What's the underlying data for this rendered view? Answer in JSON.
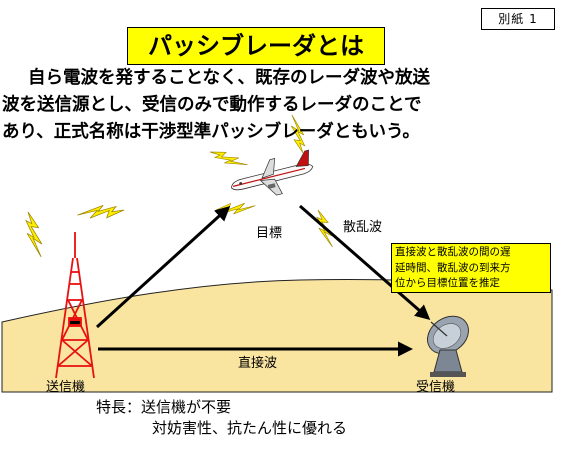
{
  "doc_tag": "別紙 1",
  "title": "パッシブレーダとは",
  "description": {
    "line1": "自ら電波を発することなく、既存のレーダ波や放送",
    "line2": "波を送信源とし、受信のみで動作するレーダのことで",
    "line3": "あり、正式名称は干渉型準パッシブレーダともいう。"
  },
  "labels": {
    "target": "目標",
    "scattered_wave": "散乱波",
    "direct_wave": "直接波",
    "transmitter": "送信機",
    "receiver": "受信機"
  },
  "note": {
    "line1": "直接波と散乱波の間の遅",
    "line2": "延時間、散乱波の到来方",
    "line3": "位から目標位置を推定"
  },
  "features": {
    "line1": "特長：送信機が不要",
    "line2": "対妨害性、抗たん性に優れる"
  },
  "colors": {
    "title_bg": "#ffff00",
    "ground": "#f9e4a0",
    "tower": "#e81010",
    "lightning": "#ffee00"
  },
  "icons": [
    "tv-tower-icon",
    "airplane-icon",
    "parabolic-antenna-icon",
    "lightning-bolt-icon",
    "arrow-icon"
  ]
}
